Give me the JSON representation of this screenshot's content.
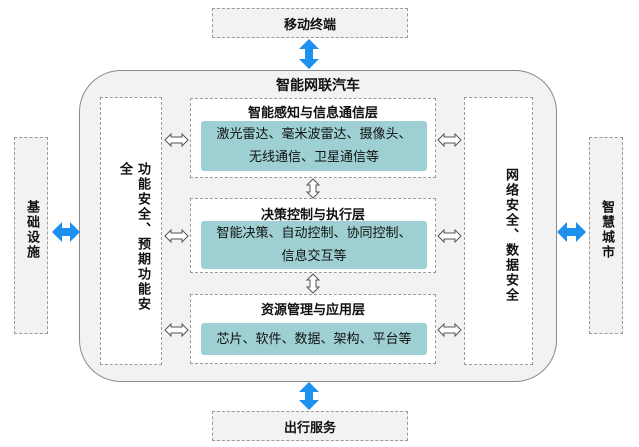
{
  "top_box": "移动终端",
  "bottom_box": "出行服务",
  "left_box": "基础设施",
  "right_box": "智慧城市",
  "container_title": "智能网联汽车",
  "left_panel": "功能安全、预期功能安全",
  "right_panel": "网络安全、数据安全",
  "layers": [
    {
      "title": "智能感知与信息通信层",
      "content": [
        "激光雷达、毫米波雷达、摄像头、",
        "无线通信、卫星通信等"
      ]
    },
    {
      "title": "决策控制与执行层",
      "content": [
        "智能决策、自动控制、协同控制、",
        "信息交互等"
      ]
    },
    {
      "title": "资源管理与应用层",
      "content": [
        "芯片、软件、数据、架构、平台等"
      ]
    }
  ],
  "colors": {
    "teal": "#9ed0d3",
    "blue_arrow": "#1e90ee",
    "container": "#f2f2f2"
  }
}
